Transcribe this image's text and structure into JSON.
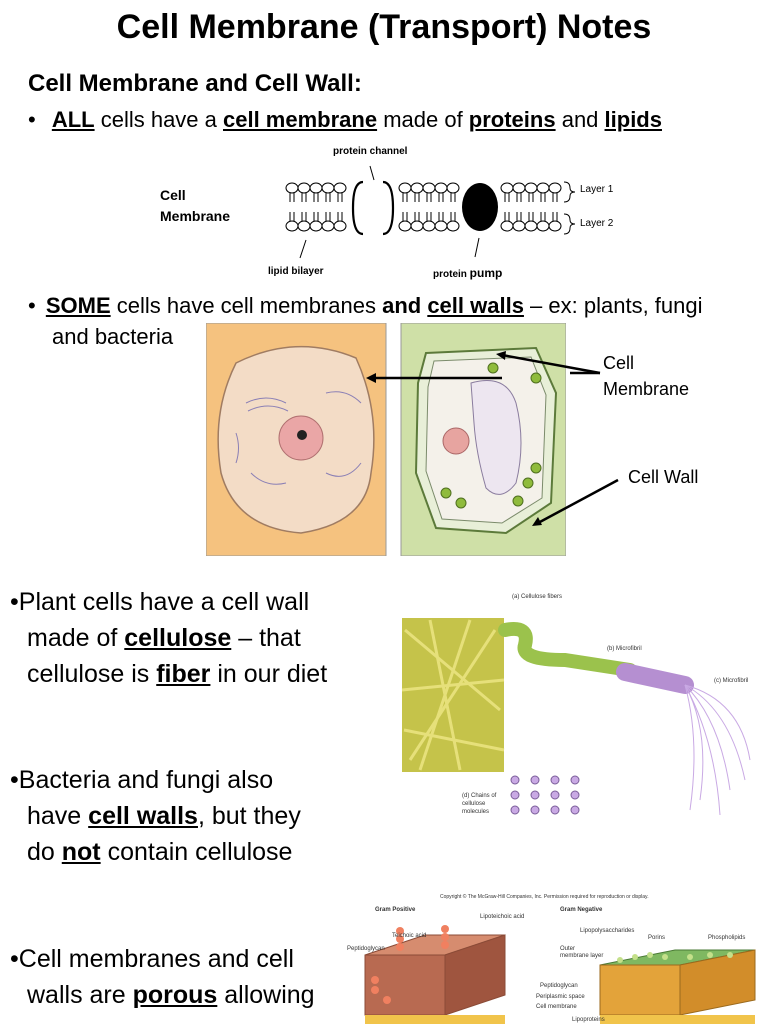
{
  "title": "Cell Membrane (Transport) Notes",
  "section_heading": "Cell Membrane and Cell Wall:",
  "bullets": {
    "b1": {
      "t1": "ALL",
      "t2": " cells have a ",
      "t3": "cell membrane",
      "t4": " made of ",
      "t5": "proteins",
      "t6": " and ",
      "t7": "lipids"
    },
    "b2": {
      "t1": "SOME",
      "t2": " cells have cell membranes ",
      "t3": "and ",
      "t4": "cell walls",
      "t5": " – ex: plants, fungi",
      "t6": "and bacteria"
    },
    "b3": {
      "l1": "Plant cells have a cell wall",
      "l2a": "made of ",
      "l2b": "cellulose",
      "l2c": " – that",
      "l3a": "cellulose is ",
      "l3b": "fiber",
      "l3c": " in our diet"
    },
    "b4": {
      "l1": "Bacteria and fungi also",
      "l2a": "have ",
      "l2b": "cell walls",
      "l2c": ", but they",
      "l3a": "do ",
      "l3b": "not",
      "l3c": " contain cellulose"
    },
    "b5": {
      "l1": "Cell membranes and cell",
      "l2a": "walls are ",
      "l2b": "porous",
      "l2c": " allowing"
    }
  },
  "bullet_glyph": "•",
  "membrane_diagram": {
    "cell_label_1": "Cell",
    "cell_label_2": "Membrane",
    "protein_channel": "protein channel",
    "layer1": "Layer 1",
    "layer2": "Layer 2",
    "lipid_bilayer": "lipid bilayer",
    "protein_pump_a": "protein ",
    "protein_pump_b": "pump"
  },
  "cells_figure": {
    "label_membrane_1": "Cell",
    "label_membrane_2": "Membrane",
    "label_wall": "Cell Wall"
  },
  "cellulose_figure": {
    "a": "(a) Cellulose fibers",
    "b": "(b) Microfibril",
    "c": "(c) Microfibril",
    "d1": "(d) Chains of",
    "d2": "cellulose",
    "d3": "molecules"
  },
  "bacteria_figure": {
    "copyright": "Copyright © The McGraw-Hill Companies, Inc. Permission required for reproduction or display.",
    "gram_pos": "Gram Positive",
    "gram_neg": "Gram Negative",
    "teichoic": "Teichoic acid",
    "lipoteichoic": "Lipoteichoic acid",
    "peptidoglycan_l": "Peptidoglycan",
    "lipopoly": "Lipopolysaccharides",
    "porins": "Porins",
    "phospholipids": "Phospholipids",
    "outer_mem_1": "Outer",
    "outer_mem_2": "membrane layer",
    "peptidoglycan_r": "Peptidoglycan",
    "periplasmic": "Periplasmic space",
    "cell_membrane": "Cell membrane",
    "lipoproteins": "Lipoproteins"
  },
  "colors": {
    "accent": "#000000",
    "animal_cell_bg": "#f5c27f",
    "plant_cell_bg": "#cfe0a7",
    "cellulose_fiber": "#b7d34a",
    "microfibril": "#b58fd1"
  }
}
